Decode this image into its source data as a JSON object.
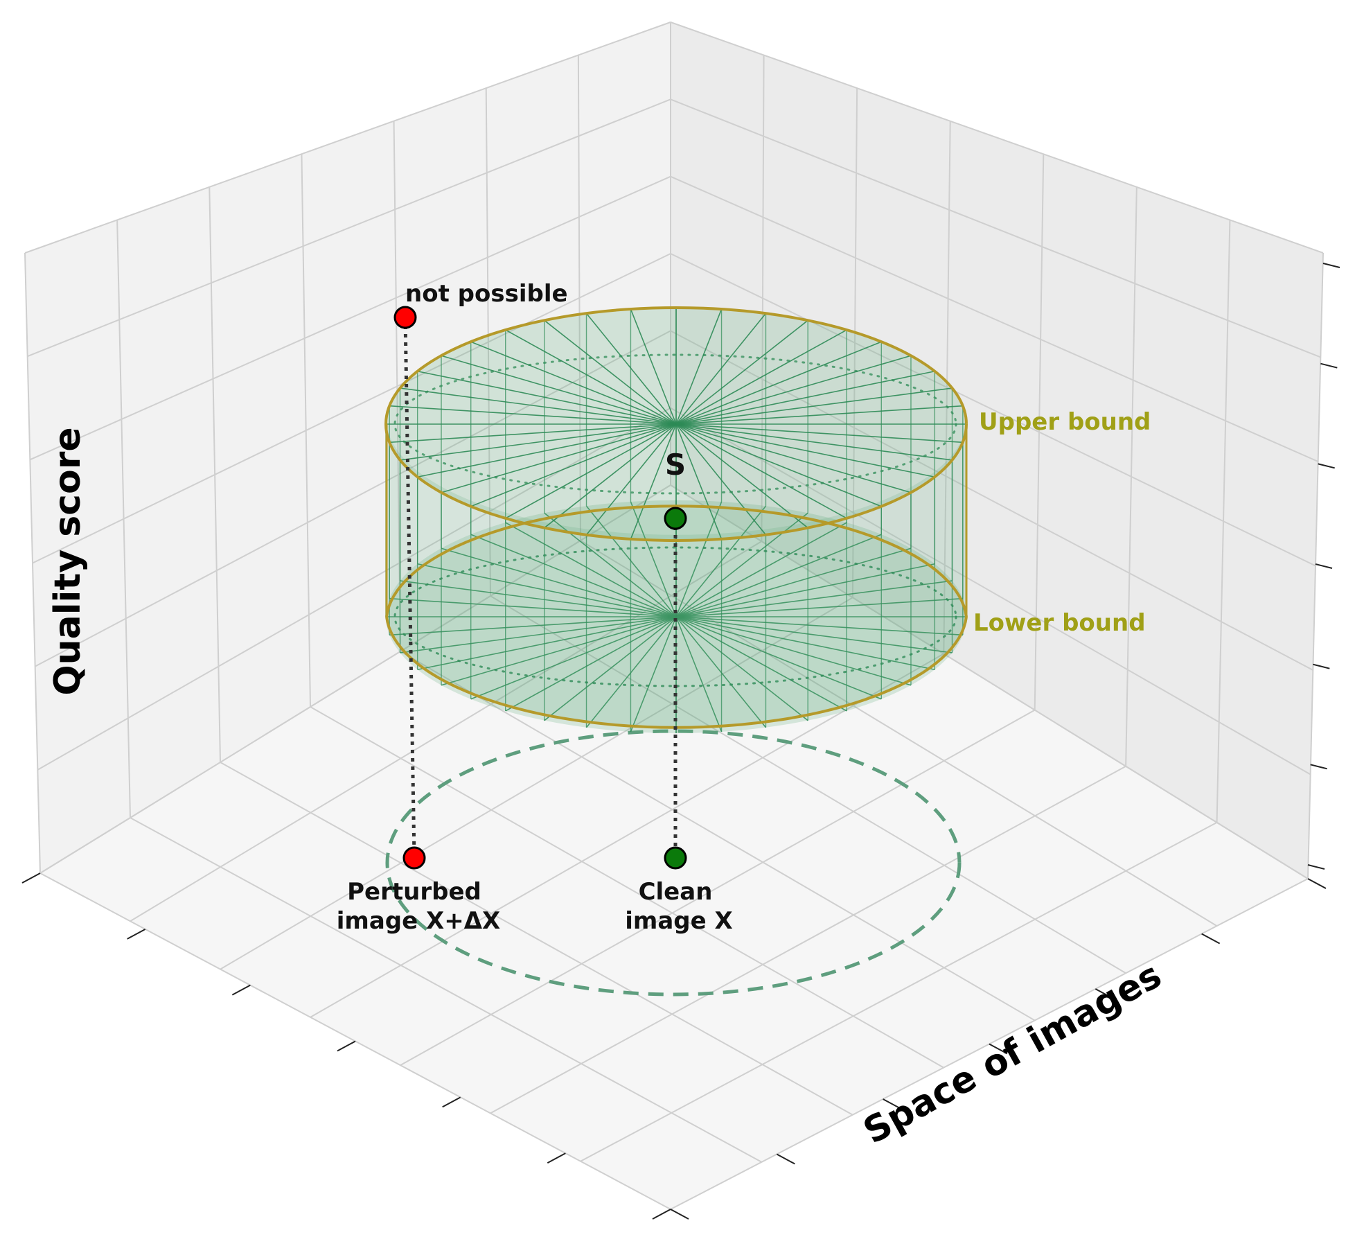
{
  "colors": {
    "bound_label": "#a0a017",
    "surface_fill": "#5aa878",
    "surface_line": "#2e8b57",
    "rim_line": "#b59a2a",
    "grid_line": "#cfcfcf",
    "pane_left": "#f2f2f2",
    "pane_right": "#ebebeb",
    "pane_floor": "#f6f6f6",
    "dashed_circle": "#5e9e7e",
    "red_point": "#ff0000",
    "green_point": "#0b7a0b",
    "connector": "#333333"
  },
  "axes": {
    "z_label": "Quality score",
    "floor_label": "Space of images"
  },
  "labels": {
    "not_possible": "not possible",
    "upper_bound": "Upper bound",
    "lower_bound": "Lower bound",
    "s": "S",
    "perturbed_line1": "Perturbed",
    "perturbed_line2": "image X+ΔX",
    "clean_line1": "Clean",
    "clean_line2": "image X"
  }
}
